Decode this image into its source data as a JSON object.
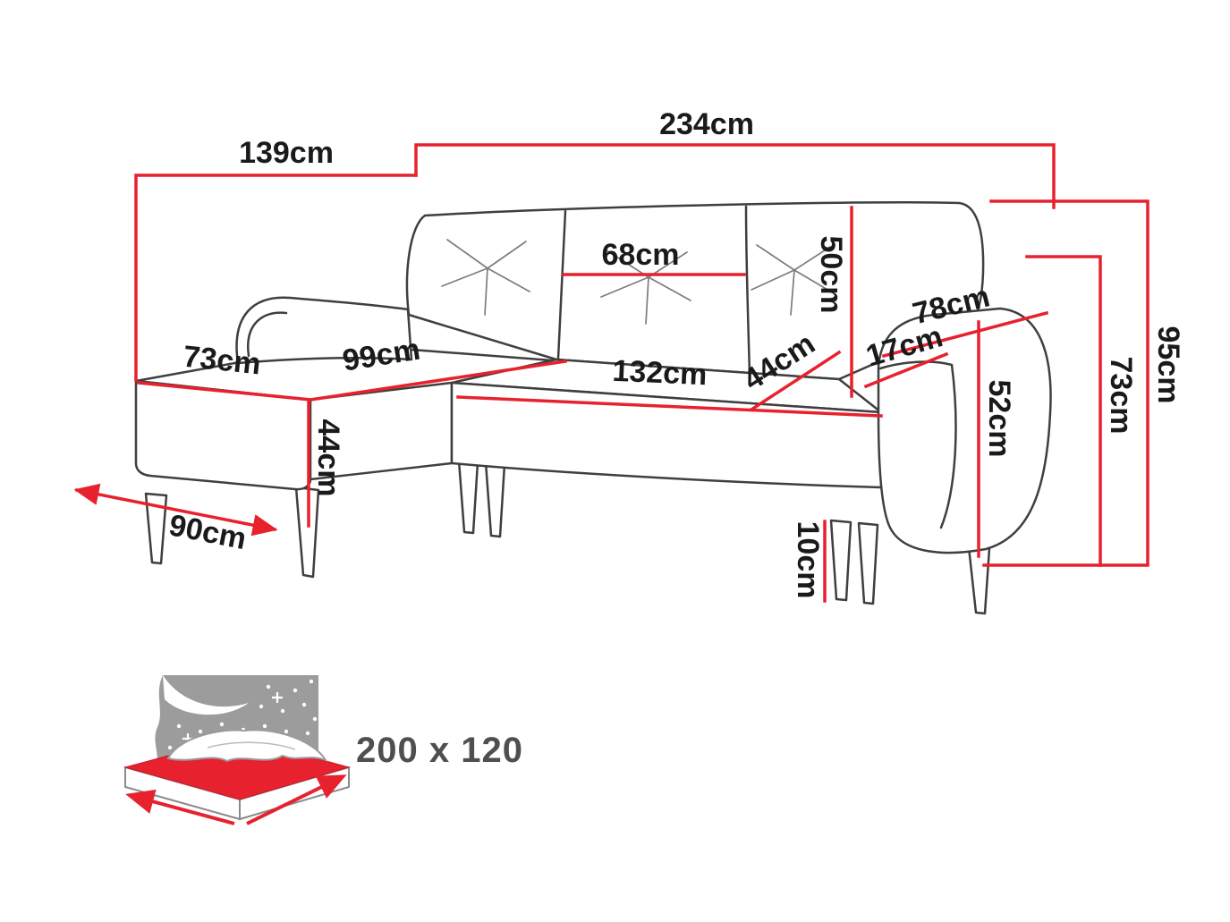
{
  "diagram": {
    "type": "corner-sofa-dimension-drawing",
    "accent_color": "#e8212e",
    "outline_color": "#3f3f3f",
    "label_color": "#1a1a1a",
    "dimensions": {
      "back_width_left": "139cm",
      "back_width_total": "234cm",
      "back_cushion_width": "68cm",
      "backrest_height": "50cm",
      "armrest_depth": "78cm",
      "armrest_width": "17cm",
      "chaise_front_width": "73cm",
      "chaise_length": "99cm",
      "seat_width": "132cm",
      "seat_depth": "44cm",
      "seat_height": "44cm",
      "armrest_height": "52cm",
      "total_height": "95cm",
      "side_height": "73cm",
      "chaise_depth": "90cm",
      "leg_height": "10cm"
    },
    "sleeping_area": {
      "label": "200 x 120"
    }
  }
}
